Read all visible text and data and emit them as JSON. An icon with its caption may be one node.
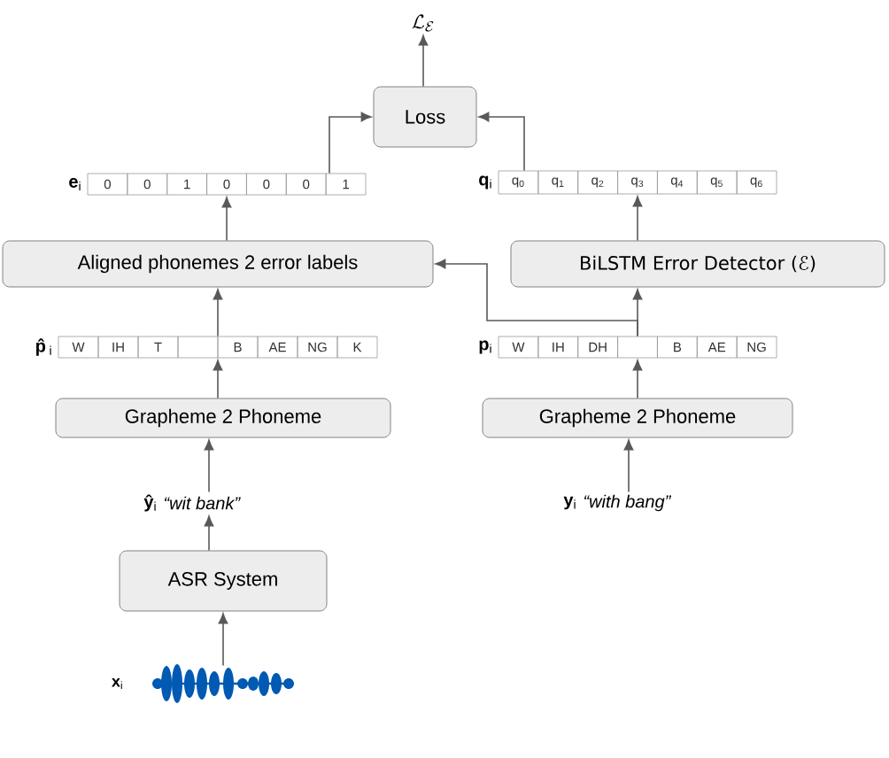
{
  "diagram": {
    "nodes": [
      {
        "text": [
          "\\mathcal{L}_{\\mathcal{E}}"
        ]
      },
      {
        "text": [
          "Loss"
        ]
      },
      {
        "text": [
          "0",
          "0",
          "1",
          "0",
          "0",
          "0",
          "1"
        ],
        "beside": [
          "**e**$_{i}$"
        ]
      },
      {
        "text": [
          "q$_{0}$",
          "q$_{1}$",
          "q$_{2}$",
          "q$_{3}$",
          "q$_{4}$",
          "q$_{5}$",
          "q$_{6}$"
        ],
        "beside": [
          "**q**$_{i}$"
        ]
      },
      {
        "text": [
          "Aligned phonemes 2 error labels"
        ]
      },
      {
        "text": [
          "BiLSTM Error Detector (ℰ)"
        ]
      },
      {
        "text": [
          "W",
          "IH",
          "T",
          "B",
          "AE",
          "NG",
          "K"
        ],
        "beside": [
          "**p̂**$_{i}$"
        ]
      },
      {
        "text": [
          "W",
          "IH",
          "DH",
          "B",
          "AE",
          "NG"
        ],
        "beside": [
          "**p**$_{i}$"
        ]
      },
      {
        "text": [
          "Grapheme 2 Phoneme"
        ]
      },
      {
        "text": [
          "Grapheme 2 Phoneme"
        ]
      },
      {
        "text": [
          "**ŷ**$_{i}$",
          "“wit  bank”"
        ]
      },
      {
        "text": [
          "**y**$_{i}$",
          "“with bang”"
        ]
      },
      {
        "text": [
          "ASR System"
        ]
      },
      {
        "text": [],
        "shape": "picture",
        "beside": [
          "**x**$_{i}$"
        ]
      }
    ],
    "edges": [
      {
        "from": 13,
        "to": 12,
        "arrow": "to"
      },
      {
        "from": 12,
        "to": 10,
        "arrow": "to"
      },
      {
        "from": 10,
        "to": 8,
        "arrow": "to"
      },
      {
        "from": 8,
        "to": 6,
        "arrow": "to"
      },
      {
        "from": 6,
        "to": 4,
        "arrow": "to"
      },
      {
        "from": 4,
        "to": 2,
        "arrow": "to"
      },
      {
        "from": 2,
        "to": 1,
        "arrow": "to"
      },
      {
        "from": 3,
        "to": 1,
        "arrow": "to"
      },
      {
        "from": 1,
        "to": 0,
        "arrow": "to"
      },
      {
        "from": 11,
        "to": 9,
        "arrow": "to"
      },
      {
        "from": 9,
        "to": 7,
        "arrow": "to"
      },
      {
        "from": 7,
        "to": 5,
        "arrow": "to"
      },
      {
        "from": 5,
        "to": 3,
        "arrow": "to"
      },
      {
        "from": 7,
        "to": 4,
        "arrow": "to"
      }
    ]
  }
}
